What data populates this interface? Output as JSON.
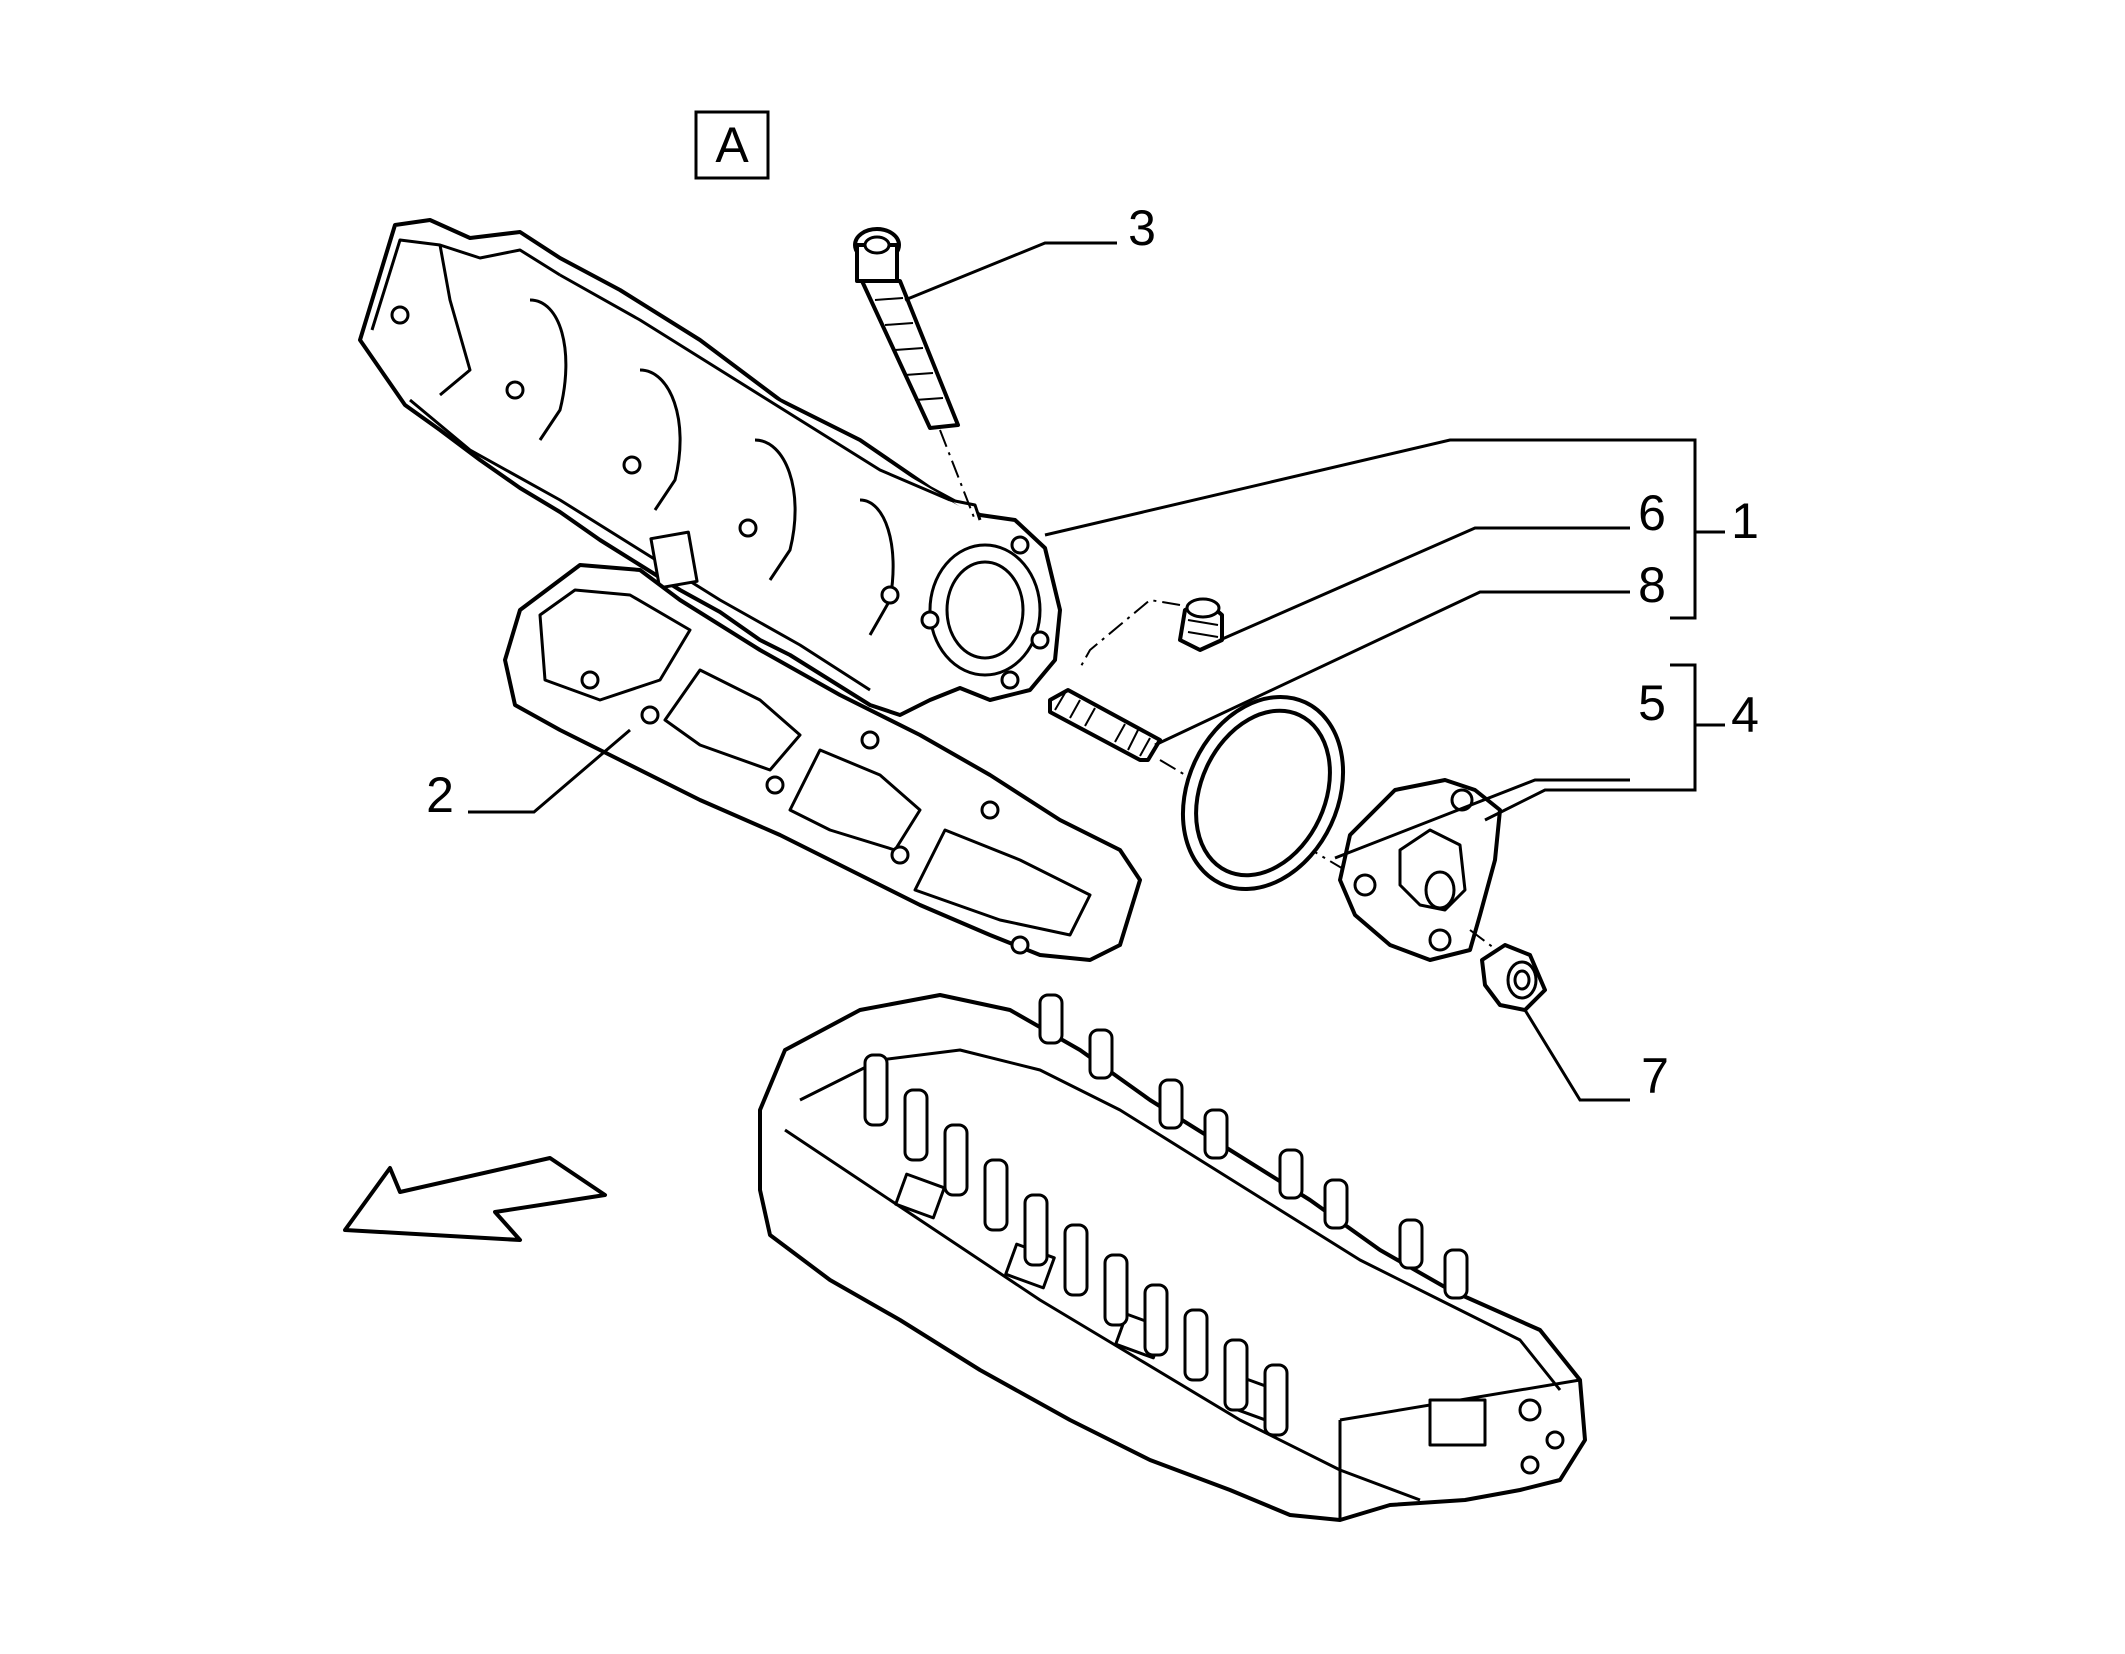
{
  "view_label": "A",
  "callouts": {
    "c1": "1",
    "c2": "2",
    "c3": "3",
    "c4": "4",
    "c5": "5",
    "c6": "6",
    "c7": "7",
    "c8": "8"
  }
}
